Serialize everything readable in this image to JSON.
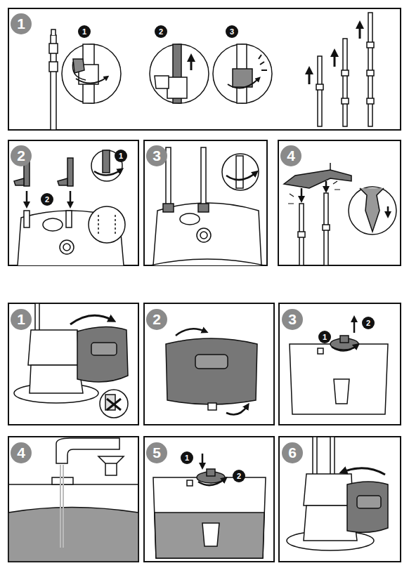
{
  "diagram": {
    "labels": [
      "1",
      "1",
      "2",
      "3",
      "2",
      "1",
      "2",
      "3",
      "4",
      "1",
      "2",
      "3",
      "1",
      "2",
      "4",
      "5",
      "1",
      "2",
      "6"
    ]
  }
}
